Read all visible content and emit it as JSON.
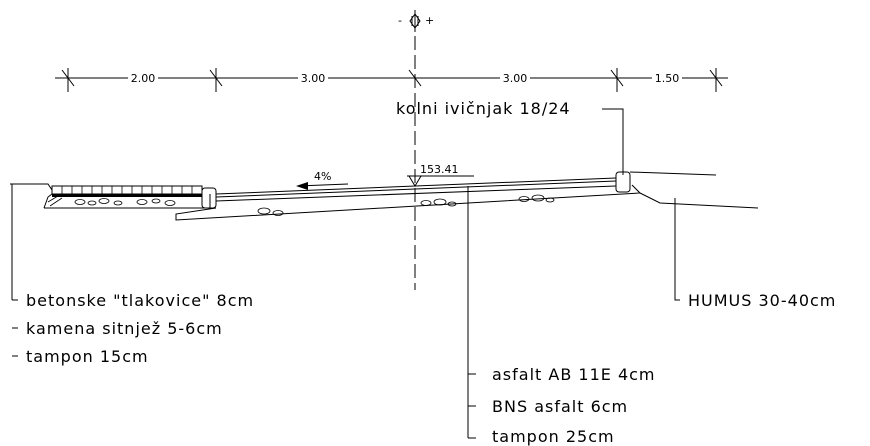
{
  "axis_symbol": {
    "minus": "-",
    "plus": "+"
  },
  "dimensions": [
    "2.00",
    "3.00",
    "3.00",
    "1.50"
  ],
  "labels": {
    "curb": "kolni ivičnjak 18/24",
    "slope": "4%",
    "elevation": "153.41",
    "humus": "HUMUS 30-40cm"
  },
  "sidewalk_layers": [
    "betonske \"tlakovice\" 8cm",
    "kamena sitnjež 5-6cm",
    "tampon 15cm"
  ],
  "road_layers": [
    "asfalt AB 11E 4cm",
    "BNS asfalt 6cm",
    "tampon 25cm"
  ]
}
